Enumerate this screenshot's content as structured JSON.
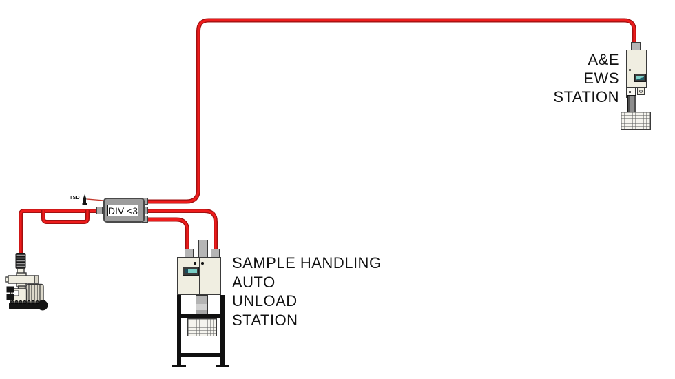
{
  "colors": {
    "background": "#ffffff",
    "tube_core": "#ee1c1c",
    "tube_edge": "#a01010",
    "equipment_fill": "#f0eee1",
    "equipment_border": "#3a3a3a",
    "metal_gray": "#b5b5b5",
    "valve_gray": "#9d9d9d",
    "stand_black": "#101010",
    "screen_teal": "#79cdc5",
    "tsd_text": "#99302a"
  },
  "labels": {
    "tsd": "TSD",
    "diverter": "DIV <3",
    "sample_station": [
      "SAMPLE HANDLING",
      "AUTO",
      "UNLOAD",
      "STATION"
    ],
    "ews_station": [
      "A&E",
      "EWS",
      "STATION"
    ]
  }
}
